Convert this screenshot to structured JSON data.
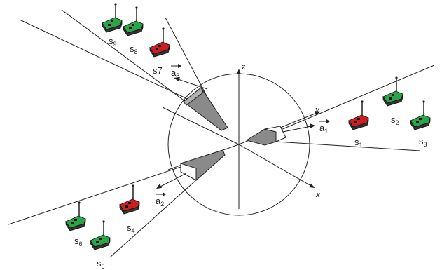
{
  "axes": {
    "x": "x",
    "y": "y",
    "z": "z"
  },
  "antennas": [
    {
      "id": "a1",
      "base": "a",
      "sub": "1"
    },
    {
      "id": "a2",
      "base": "a",
      "sub": "2"
    },
    {
      "id": "a3",
      "base": "a",
      "sub": "3"
    }
  ],
  "sensors": [
    {
      "id": "s1",
      "base": "s",
      "sub": "1",
      "state": "red"
    },
    {
      "id": "s2",
      "base": "s",
      "sub": "2",
      "state": "green"
    },
    {
      "id": "s3",
      "base": "s",
      "sub": "3",
      "state": "green"
    },
    {
      "id": "s4",
      "base": "s",
      "sub": "4",
      "state": "red"
    },
    {
      "id": "s5",
      "base": "s",
      "sub": "5",
      "state": "green"
    },
    {
      "id": "s6",
      "base": "s",
      "sub": "6",
      "state": "green"
    },
    {
      "id": "s7",
      "label": "s7",
      "state": "red"
    },
    {
      "id": "s8",
      "base": "s",
      "sub": "8",
      "state": "green"
    },
    {
      "id": "s9",
      "base": "s",
      "sub": "9",
      "state": "green"
    }
  ],
  "colors": {
    "red": "#cc2020",
    "green": "#2aa646",
    "beam": "#8a8a8a",
    "line": "#222222"
  }
}
